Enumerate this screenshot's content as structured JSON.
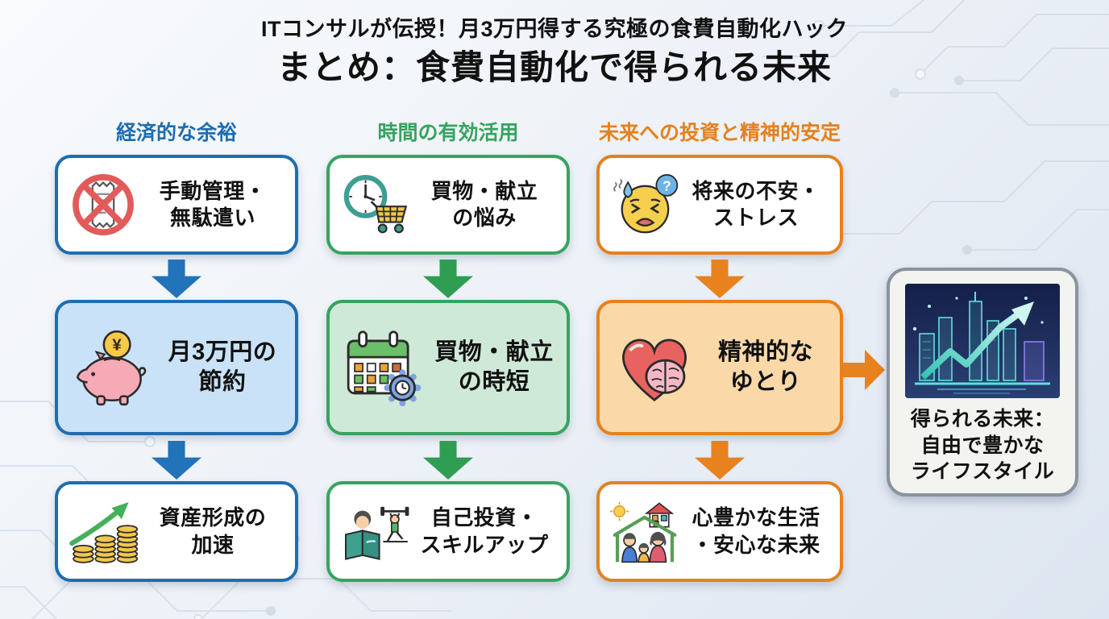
{
  "title": {
    "subtitle": "ITコンサルが伝授！月3万円得する究極の食費自動化ハック",
    "main": "まとめ：食費自動化で得られる未来"
  },
  "columns": [
    {
      "header": "経済的な余裕",
      "boxes": [
        {
          "label": "手動管理・\n無駄遣い",
          "icon": "no-receipt-icon"
        },
        {
          "label": "月3万円の\n節約",
          "icon": "piggy-bank-yen-icon"
        },
        {
          "label": "資産形成の\n加速",
          "icon": "coin-stacks-growth-icon"
        }
      ]
    },
    {
      "header": "時間の有効活用",
      "boxes": [
        {
          "label": "買物・献立\nの悩み",
          "icon": "clock-shopping-cart-icon"
        },
        {
          "label": "買物・献立\nの時短",
          "icon": "calendar-gear-icon"
        },
        {
          "label": "自己投資・\nスキルアップ",
          "icon": "reading-workout-icon"
        }
      ]
    },
    {
      "header": "未来への投資と精神的安定",
      "boxes": [
        {
          "label": "将来の不安・\nストレス",
          "icon": "anxious-face-icon"
        },
        {
          "label": "精神的な\nゆとり",
          "icon": "heart-brain-icon"
        },
        {
          "label": "心豊かな生活\n・安心な未来",
          "icon": "family-house-icon"
        }
      ]
    }
  ],
  "result_box": {
    "image": "city-growth-chart-image",
    "label": "得られる未来：\n自由で豊かな\nライフスタイル"
  },
  "theme": {
    "blue": "#1d6db2",
    "blue-fill": "#c9e2f7",
    "blue-arrow": "#2273b9",
    "green": "#35a45f",
    "green-fill": "#cfe9d8",
    "green-arrow": "#2f9e52",
    "orange": "#e5811e",
    "orange-fill": "#fbd8a8",
    "orange-arrow": "#e8821e",
    "gray-border": "#8a939e",
    "result-fill": "#f3f3f0"
  }
}
